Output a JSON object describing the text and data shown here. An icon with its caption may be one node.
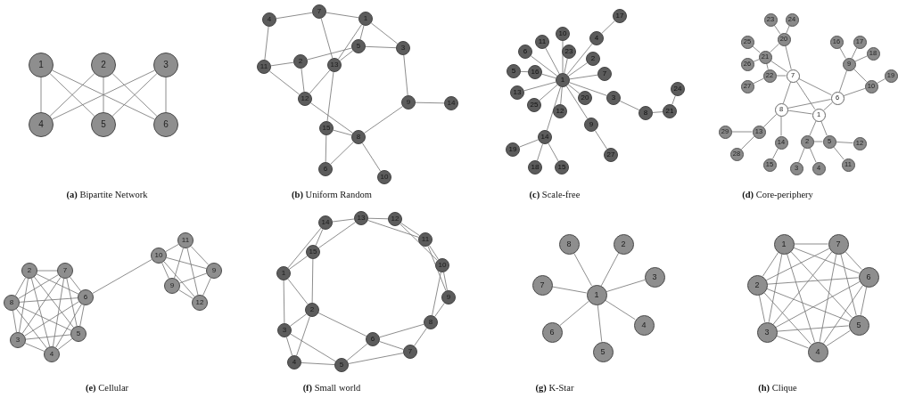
{
  "diagram": {
    "nodes": [
      {
        "text": [
          "1"
        ]
      },
      {
        "text": [
          "2"
        ]
      },
      {
        "text": [
          "3"
        ]
      },
      {
        "text": [
          "4"
        ]
      },
      {
        "text": [
          "5"
        ]
      },
      {
        "text": [
          "6"
        ]
      },
      {
        "text": [
          "7"
        ]
      },
      {
        "text": [
          "1"
        ]
      },
      {
        "text": [
          "4"
        ]
      },
      {
        "text": [
          "5"
        ]
      },
      {
        "text": [
          "3"
        ]
      },
      {
        "text": [
          "11"
        ]
      },
      {
        "text": [
          "2"
        ]
      },
      {
        "text": [
          "13"
        ]
      },
      {
        "text": [
          "12"
        ]
      },
      {
        "text": [
          "9"
        ]
      },
      {
        "text": [
          "14"
        ]
      },
      {
        "text": [
          "15"
        ]
      },
      {
        "text": [
          "8"
        ]
      },
      {
        "text": [
          "6"
        ]
      },
      {
        "text": [
          "10"
        ]
      },
      {
        "text": [
          "17"
        ]
      },
      {
        "text": [
          "10"
        ]
      },
      {
        "text": [
          "4"
        ]
      },
      {
        "text": [
          "11"
        ]
      },
      {
        "text": [
          "23"
        ]
      },
      {
        "text": [
          "6"
        ]
      },
      {
        "text": [
          "2"
        ]
      },
      {
        "text": [
          "5"
        ]
      },
      {
        "text": [
          "16"
        ]
      },
      {
        "text": [
          "7"
        ]
      },
      {
        "text": [
          "1"
        ]
      },
      {
        "text": [
          "24"
        ]
      },
      {
        "text": [
          "13"
        ]
      },
      {
        "text": [
          "20"
        ]
      },
      {
        "text": [
          "3"
        ]
      },
      {
        "text": [
          "25"
        ]
      },
      {
        "text": [
          "12"
        ]
      },
      {
        "text": [
          "21"
        ]
      },
      {
        "text": [
          "8"
        ]
      },
      {
        "text": [
          "9"
        ]
      },
      {
        "text": [
          "14"
        ]
      },
      {
        "text": [
          "19"
        ]
      },
      {
        "text": [
          "27"
        ]
      },
      {
        "text": [
          "18"
        ]
      },
      {
        "text": [
          "15"
        ]
      },
      {
        "text": [
          "23"
        ]
      },
      {
        "text": [
          "24"
        ]
      },
      {
        "text": [
          "25"
        ]
      },
      {
        "text": [
          "20"
        ]
      },
      {
        "text": [
          "16"
        ]
      },
      {
        "text": [
          "17"
        ]
      },
      {
        "text": [
          "21"
        ]
      },
      {
        "text": [
          "18"
        ]
      },
      {
        "text": [
          "26"
        ]
      },
      {
        "text": [
          "9"
        ]
      },
      {
        "text": [
          "22"
        ]
      },
      {
        "text": [
          "7"
        ]
      },
      {
        "text": [
          "19"
        ]
      },
      {
        "text": [
          "27"
        ]
      },
      {
        "text": [
          "10"
        ]
      },
      {
        "text": [
          "6"
        ]
      },
      {
        "text": [
          "8"
        ]
      },
      {
        "text": [
          "1"
        ]
      },
      {
        "text": [
          "29"
        ]
      },
      {
        "text": [
          "13"
        ]
      },
      {
        "text": [
          "14"
        ]
      },
      {
        "text": [
          "2"
        ]
      },
      {
        "text": [
          "5"
        ]
      },
      {
        "text": [
          "12"
        ]
      },
      {
        "text": [
          "28"
        ]
      },
      {
        "text": [
          "15"
        ]
      },
      {
        "text": [
          "3"
        ]
      },
      {
        "text": [
          "4"
        ]
      },
      {
        "text": [
          "11"
        ]
      },
      {
        "text": [
          "11"
        ]
      },
      {
        "text": [
          "10"
        ]
      },
      {
        "text": [
          "9"
        ]
      },
      {
        "text": [
          "2"
        ]
      },
      {
        "text": [
          "7"
        ]
      },
      {
        "text": [
          "9"
        ]
      },
      {
        "text": [
          "6"
        ]
      },
      {
        "text": [
          "12"
        ]
      },
      {
        "text": [
          "8"
        ]
      },
      {
        "text": [
          "5"
        ]
      },
      {
        "text": [
          "3"
        ]
      },
      {
        "text": [
          "4"
        ]
      },
      {
        "text": [
          "14"
        ]
      },
      {
        "text": [
          "13"
        ]
      },
      {
        "text": [
          "12"
        ]
      },
      {
        "text": [
          "11"
        ]
      },
      {
        "text": [
          "15"
        ]
      },
      {
        "text": [
          "10"
        ]
      },
      {
        "text": [
          "1"
        ]
      },
      {
        "text": [
          "9"
        ]
      },
      {
        "text": [
          "2"
        ]
      },
      {
        "text": [
          "8"
        ]
      },
      {
        "text": [
          "3"
        ]
      },
      {
        "text": [
          "6"
        ]
      },
      {
        "text": [
          "7"
        ]
      },
      {
        "text": [
          "4"
        ]
      },
      {
        "text": [
          "5"
        ]
      },
      {
        "text": [
          "8"
        ]
      },
      {
        "text": [
          "2"
        ]
      },
      {
        "text": [
          "3"
        ]
      },
      {
        "text": [
          "7"
        ]
      },
      {
        "text": [
          "1"
        ]
      },
      {
        "text": [
          "4"
        ]
      },
      {
        "text": [
          "6"
        ]
      },
      {
        "text": [
          "5"
        ]
      },
      {
        "text": [
          "1"
        ]
      },
      {
        "text": [
          "7"
        ]
      },
      {
        "text": [
          "6"
        ]
      },
      {
        "text": [
          "2"
        ]
      },
      {
        "text": [
          "5"
        ]
      },
      {
        "text": [
          "3"
        ]
      },
      {
        "text": [
          "4"
        ]
      }
    ],
    "edges": [
      {
        "from": 0,
        "to": 3,
        "arrow": "none"
      },
      {
        "from": 0,
        "to": 4,
        "arrow": "none"
      },
      {
        "from": 0,
        "to": 5,
        "arrow": "none"
      },
      {
        "from": 1,
        "to": 3,
        "arrow": "none"
      },
      {
        "from": 1,
        "to": 4,
        "arrow": "none"
      },
      {
        "from": 1,
        "to": 5,
        "arrow": "none"
      },
      {
        "from": 2,
        "to": 3,
        "arrow": "none"
      },
      {
        "from": 2,
        "to": 4,
        "arrow": "none"
      },
      {
        "from": 2,
        "to": 5,
        "arrow": "none"
      },
      {
        "from": 8,
        "to": 6,
        "arrow": "none"
      },
      {
        "from": 6,
        "to": 7,
        "arrow": "none"
      },
      {
        "from": 8,
        "to": 11,
        "arrow": "none"
      },
      {
        "from": 6,
        "to": 13,
        "arrow": "none"
      },
      {
        "from": 7,
        "to": 9,
        "arrow": "none"
      },
      {
        "from": 7,
        "to": 10,
        "arrow": "none"
      },
      {
        "from": 7,
        "to": 13,
        "arrow": "none"
      },
      {
        "from": 9,
        "to": 10,
        "arrow": "none"
      },
      {
        "from": 9,
        "to": 13,
        "arrow": "none"
      },
      {
        "from": 9,
        "to": 12,
        "arrow": "none"
      },
      {
        "from": 11,
        "to": 12,
        "arrow": "none"
      },
      {
        "from": 11,
        "to": 14,
        "arrow": "none"
      },
      {
        "from": 12,
        "to": 14,
        "arrow": "none"
      },
      {
        "from": 13,
        "to": 14,
        "arrow": "none"
      },
      {
        "from": 13,
        "to": 17,
        "arrow": "none"
      },
      {
        "from": 10,
        "to": 15,
        "arrow": "none"
      },
      {
        "from": 15,
        "to": 16,
        "arrow": "none"
      },
      {
        "from": 15,
        "to": 18,
        "arrow": "none"
      },
      {
        "from": 14,
        "to": 18,
        "arrow": "none"
      },
      {
        "from": 17,
        "to": 18,
        "arrow": "none"
      },
      {
        "from": 17,
        "to": 19,
        "arrow": "none"
      },
      {
        "from": 18,
        "to": 19,
        "arrow": "none"
      },
      {
        "from": 18,
        "to": 20,
        "arrow": "none"
      },
      {
        "from": 31,
        "to": 22,
        "arrow": "none"
      },
      {
        "from": 31,
        "to": 24,
        "arrow": "none"
      },
      {
        "from": 31,
        "to": 25,
        "arrow": "none"
      },
      {
        "from": 31,
        "to": 26,
        "arrow": "none"
      },
      {
        "from": 29,
        "to": 28,
        "arrow": "none"
      },
      {
        "from": 31,
        "to": 29,
        "arrow": "none"
      },
      {
        "from": 31,
        "to": 23,
        "arrow": "none"
      },
      {
        "from": 31,
        "to": 27,
        "arrow": "none"
      },
      {
        "from": 31,
        "to": 30,
        "arrow": "none"
      },
      {
        "from": 31,
        "to": 33,
        "arrow": "none"
      },
      {
        "from": 31,
        "to": 36,
        "arrow": "none"
      },
      {
        "from": 31,
        "to": 37,
        "arrow": "none"
      },
      {
        "from": 31,
        "to": 34,
        "arrow": "none"
      },
      {
        "from": 31,
        "to": 35,
        "arrow": "none"
      },
      {
        "from": 31,
        "to": 40,
        "arrow": "none"
      },
      {
        "from": 31,
        "to": 41,
        "arrow": "none"
      },
      {
        "from": 23,
        "to": 21,
        "arrow": "none"
      },
      {
        "from": 35,
        "to": 39,
        "arrow": "none"
      },
      {
        "from": 39,
        "to": 38,
        "arrow": "none"
      },
      {
        "from": 38,
        "to": 32,
        "arrow": "none"
      },
      {
        "from": 40,
        "to": 43,
        "arrow": "none"
      },
      {
        "from": 41,
        "to": 42,
        "arrow": "none"
      },
      {
        "from": 41,
        "to": 44,
        "arrow": "none"
      },
      {
        "from": 41,
        "to": 45,
        "arrow": "none"
      },
      {
        "from": 49,
        "to": 46,
        "arrow": "none"
      },
      {
        "from": 49,
        "to": 47,
        "arrow": "none"
      },
      {
        "from": 52,
        "to": 48,
        "arrow": "none"
      },
      {
        "from": 52,
        "to": 49,
        "arrow": "none"
      },
      {
        "from": 52,
        "to": 54,
        "arrow": "none"
      },
      {
        "from": 52,
        "to": 56,
        "arrow": "none"
      },
      {
        "from": 56,
        "to": 59,
        "arrow": "none"
      },
      {
        "from": 56,
        "to": 57,
        "arrow": "none"
      },
      {
        "from": 52,
        "to": 57,
        "arrow": "none"
      },
      {
        "from": 49,
        "to": 57,
        "arrow": "none"
      },
      {
        "from": 55,
        "to": 50,
        "arrow": "none"
      },
      {
        "from": 55,
        "to": 51,
        "arrow": "none"
      },
      {
        "from": 55,
        "to": 53,
        "arrow": "none"
      },
      {
        "from": 55,
        "to": 61,
        "arrow": "none"
      },
      {
        "from": 55,
        "to": 60,
        "arrow": "none"
      },
      {
        "from": 60,
        "to": 58,
        "arrow": "none"
      },
      {
        "from": 60,
        "to": 61,
        "arrow": "none"
      },
      {
        "from": 57,
        "to": 61,
        "arrow": "none"
      },
      {
        "from": 57,
        "to": 62,
        "arrow": "none"
      },
      {
        "from": 57,
        "to": 63,
        "arrow": "none"
      },
      {
        "from": 61,
        "to": 62,
        "arrow": "none"
      },
      {
        "from": 61,
        "to": 63,
        "arrow": "none"
      },
      {
        "from": 62,
        "to": 63,
        "arrow": "none"
      },
      {
        "from": 62,
        "to": 65,
        "arrow": "none"
      },
      {
        "from": 62,
        "to": 66,
        "arrow": "none"
      },
      {
        "from": 65,
        "to": 64,
        "arrow": "none"
      },
      {
        "from": 65,
        "to": 70,
        "arrow": "none"
      },
      {
        "from": 66,
        "to": 71,
        "arrow": "none"
      },
      {
        "from": 63,
        "to": 67,
        "arrow": "none"
      },
      {
        "from": 63,
        "to": 68,
        "arrow": "none"
      },
      {
        "from": 67,
        "to": 68,
        "arrow": "none"
      },
      {
        "from": 67,
        "to": 72,
        "arrow": "none"
      },
      {
        "from": 67,
        "to": 73,
        "arrow": "none"
      },
      {
        "from": 68,
        "to": 69,
        "arrow": "none"
      },
      {
        "from": 68,
        "to": 74,
        "arrow": "none"
      },
      {
        "from": 78,
        "to": 79,
        "arrow": "none"
      },
      {
        "from": 78,
        "to": 81,
        "arrow": "none"
      },
      {
        "from": 78,
        "to": 83,
        "arrow": "none"
      },
      {
        "from": 78,
        "to": 84,
        "arrow": "none"
      },
      {
        "from": 78,
        "to": 85,
        "arrow": "none"
      },
      {
        "from": 78,
        "to": 86,
        "arrow": "none"
      },
      {
        "from": 79,
        "to": 81,
        "arrow": "none"
      },
      {
        "from": 79,
        "to": 83,
        "arrow": "none"
      },
      {
        "from": 79,
        "to": 84,
        "arrow": "none"
      },
      {
        "from": 79,
        "to": 85,
        "arrow": "none"
      },
      {
        "from": 79,
        "to": 86,
        "arrow": "none"
      },
      {
        "from": 81,
        "to": 83,
        "arrow": "none"
      },
      {
        "from": 81,
        "to": 84,
        "arrow": "none"
      },
      {
        "from": 81,
        "to": 85,
        "arrow": "none"
      },
      {
        "from": 81,
        "to": 86,
        "arrow": "none"
      },
      {
        "from": 83,
        "to": 84,
        "arrow": "none"
      },
      {
        "from": 83,
        "to": 85,
        "arrow": "none"
      },
      {
        "from": 83,
        "to": 86,
        "arrow": "none"
      },
      {
        "from": 84,
        "to": 85,
        "arrow": "none"
      },
      {
        "from": 84,
        "to": 86,
        "arrow": "none"
      },
      {
        "from": 85,
        "to": 86,
        "arrow": "none"
      },
      {
        "from": 75,
        "to": 76,
        "arrow": "none"
      },
      {
        "from": 75,
        "to": 77,
        "arrow": "none"
      },
      {
        "from": 75,
        "to": 80,
        "arrow": "none"
      },
      {
        "from": 75,
        "to": 82,
        "arrow": "none"
      },
      {
        "from": 76,
        "to": 77,
        "arrow": "none"
      },
      {
        "from": 76,
        "to": 80,
        "arrow": "none"
      },
      {
        "from": 76,
        "to": 82,
        "arrow": "none"
      },
      {
        "from": 77,
        "to": 80,
        "arrow": "none"
      },
      {
        "from": 77,
        "to": 82,
        "arrow": "none"
      },
      {
        "from": 80,
        "to": 82,
        "arrow": "none"
      },
      {
        "from": 81,
        "to": 76,
        "arrow": "none"
      },
      {
        "from": 87,
        "to": 88,
        "arrow": "none"
      },
      {
        "from": 88,
        "to": 89,
        "arrow": "none"
      },
      {
        "from": 89,
        "to": 90,
        "arrow": "none"
      },
      {
        "from": 88,
        "to": 90,
        "arrow": "none"
      },
      {
        "from": 89,
        "to": 92,
        "arrow": "none"
      },
      {
        "from": 90,
        "to": 92,
        "arrow": "none"
      },
      {
        "from": 90,
        "to": 94,
        "arrow": "none"
      },
      {
        "from": 92,
        "to": 94,
        "arrow": "none"
      },
      {
        "from": 92,
        "to": 96,
        "arrow": "none"
      },
      {
        "from": 94,
        "to": 96,
        "arrow": "none"
      },
      {
        "from": 87,
        "to": 91,
        "arrow": "none"
      },
      {
        "from": 87,
        "to": 93,
        "arrow": "none"
      },
      {
        "from": 88,
        "to": 91,
        "arrow": "none"
      },
      {
        "from": 91,
        "to": 93,
        "arrow": "none"
      },
      {
        "from": 91,
        "to": 95,
        "arrow": "none"
      },
      {
        "from": 93,
        "to": 95,
        "arrow": "none"
      },
      {
        "from": 93,
        "to": 97,
        "arrow": "none"
      },
      {
        "from": 97,
        "to": 95,
        "arrow": "none"
      },
      {
        "from": 95,
        "to": 100,
        "arrow": "none"
      },
      {
        "from": 95,
        "to": 98,
        "arrow": "none"
      },
      {
        "from": 97,
        "to": 100,
        "arrow": "none"
      },
      {
        "from": 97,
        "to": 101,
        "arrow": "none"
      },
      {
        "from": 100,
        "to": 101,
        "arrow": "none"
      },
      {
        "from": 101,
        "to": 98,
        "arrow": "none"
      },
      {
        "from": 101,
        "to": 99,
        "arrow": "none"
      },
      {
        "from": 98,
        "to": 99,
        "arrow": "none"
      },
      {
        "from": 98,
        "to": 96,
        "arrow": "none"
      },
      {
        "from": 96,
        "to": 99,
        "arrow": "none"
      },
      {
        "from": 106,
        "to": 102,
        "arrow": "none"
      },
      {
        "from": 106,
        "to": 103,
        "arrow": "none"
      },
      {
        "from": 106,
        "to": 104,
        "arrow": "none"
      },
      {
        "from": 106,
        "to": 105,
        "arrow": "none"
      },
      {
        "from": 106,
        "to": 108,
        "arrow": "none"
      },
      {
        "from": 106,
        "to": 107,
        "arrow": "none"
      },
      {
        "from": 106,
        "to": 109,
        "arrow": "none"
      },
      {
        "from": 110,
        "to": 111,
        "arrow": "none"
      },
      {
        "from": 110,
        "to": 112,
        "arrow": "none"
      },
      {
        "from": 110,
        "to": 113,
        "arrow": "none"
      },
      {
        "from": 110,
        "to": 114,
        "arrow": "none"
      },
      {
        "from": 110,
        "to": 115,
        "arrow": "none"
      },
      {
        "from": 110,
        "to": 116,
        "arrow": "none"
      },
      {
        "from": 111,
        "to": 112,
        "arrow": "none"
      },
      {
        "from": 111,
        "to": 113,
        "arrow": "none"
      },
      {
        "from": 111,
        "to": 114,
        "arrow": "none"
      },
      {
        "from": 111,
        "to": 115,
        "arrow": "none"
      },
      {
        "from": 111,
        "to": 116,
        "arrow": "none"
      },
      {
        "from": 112,
        "to": 113,
        "arrow": "none"
      },
      {
        "from": 112,
        "to": 114,
        "arrow": "none"
      },
      {
        "from": 112,
        "to": 115,
        "arrow": "none"
      },
      {
        "from": 112,
        "to": 116,
        "arrow": "none"
      },
      {
        "from": 113,
        "to": 114,
        "arrow": "none"
      },
      {
        "from": 113,
        "to": 115,
        "arrow": "none"
      },
      {
        "from": 113,
        "to": 116,
        "arrow": "none"
      },
      {
        "from": 114,
        "to": 115,
        "arrow": "none"
      },
      {
        "from": 114,
        "to": 116,
        "arrow": "none"
      },
      {
        "from": 115,
        "to": 116,
        "arrow": "none"
      }
    ],
    "labels": [
      "**(a)** Bipartite Network",
      "**(b)** Uniform Random",
      "**(c)** Scale-free",
      "**(d)** Core-periphery",
      "**(e)** Cellular",
      "**(f)** Small world",
      "**(g)** K-Star",
      "**(h)** Clique"
    ]
  }
}
